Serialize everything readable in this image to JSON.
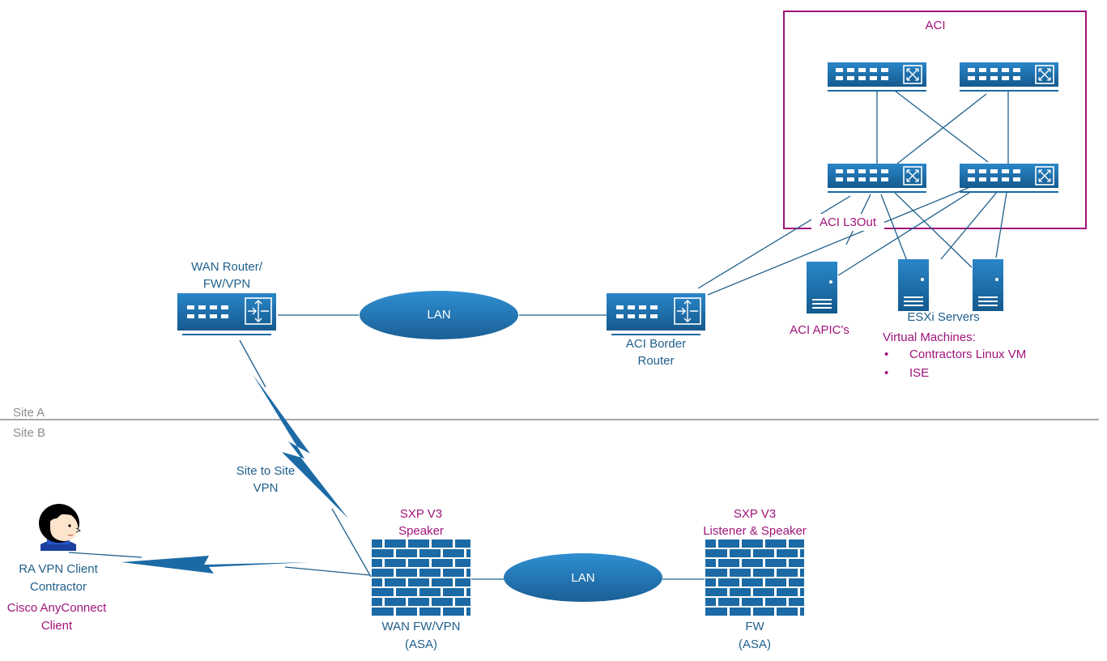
{
  "colors": {
    "device_blue": "#1b6aa5",
    "label_blue": "#1f5f8b",
    "label_magenta": "#a0147a",
    "aci_box_border": "#a0147a",
    "site_divider": "#8c8c8c"
  },
  "aci_box": {
    "title": "ACI",
    "l3out_label": "ACI L3Out"
  },
  "site_a": {
    "label": "Site A"
  },
  "site_b": {
    "label": "Site B"
  },
  "wan_router": {
    "label_line1": "WAN Router/",
    "label_line2": "FW/VPN",
    "icon": "router-icon"
  },
  "lan_a": {
    "label": "LAN"
  },
  "aci_border_router": {
    "label_line1": "ACI Border",
    "label_line2": "Router",
    "icon": "router-icon"
  },
  "aci_switches": {
    "icon": "switch-icon"
  },
  "apic": {
    "label": "ACI APIC's",
    "icon": "server-icon"
  },
  "esxi": {
    "label": "ESXi Servers",
    "vm_heading": "Virtual Machines:",
    "vms": [
      "Contractors Linux VM",
      "ISE"
    ],
    "bullet": "•",
    "icon": "server-icon"
  },
  "site_to_site_vpn": {
    "label_line1": "Site to Site",
    "label_line2": "VPN"
  },
  "ra_client": {
    "label_line1": "RA VPN Client",
    "label_line2": "Contractor",
    "software_line1": "Cisco AnyConnect",
    "software_line2": "Client",
    "icon": "person-icon"
  },
  "wan_fw": {
    "role_line1": "SXP V3",
    "role_line2": "Speaker",
    "label_line1": "WAN FW/VPN",
    "label_line2": "(ASA)",
    "icon": "firewall-icon"
  },
  "lan_b": {
    "label": "LAN"
  },
  "fw_b": {
    "role_line1": "SXP V3",
    "role_line2": "Listener & Speaker",
    "label_line1": "FW",
    "label_line2": "(ASA)",
    "icon": "firewall-icon"
  }
}
